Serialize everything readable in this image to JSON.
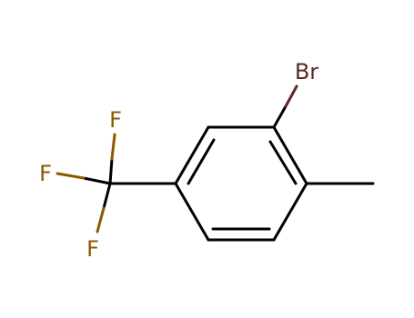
{
  "molecule": {
    "atoms": {
      "bromine": {
        "label": "Br",
        "color": "#5c2a22"
      },
      "fluorines": [
        {
          "label": "F",
          "color": "#8b5a00"
        },
        {
          "label": "F",
          "color": "#8b5a00"
        },
        {
          "label": "F",
          "color": "#8b5a00"
        }
      ]
    },
    "bond_color": "#000000"
  }
}
